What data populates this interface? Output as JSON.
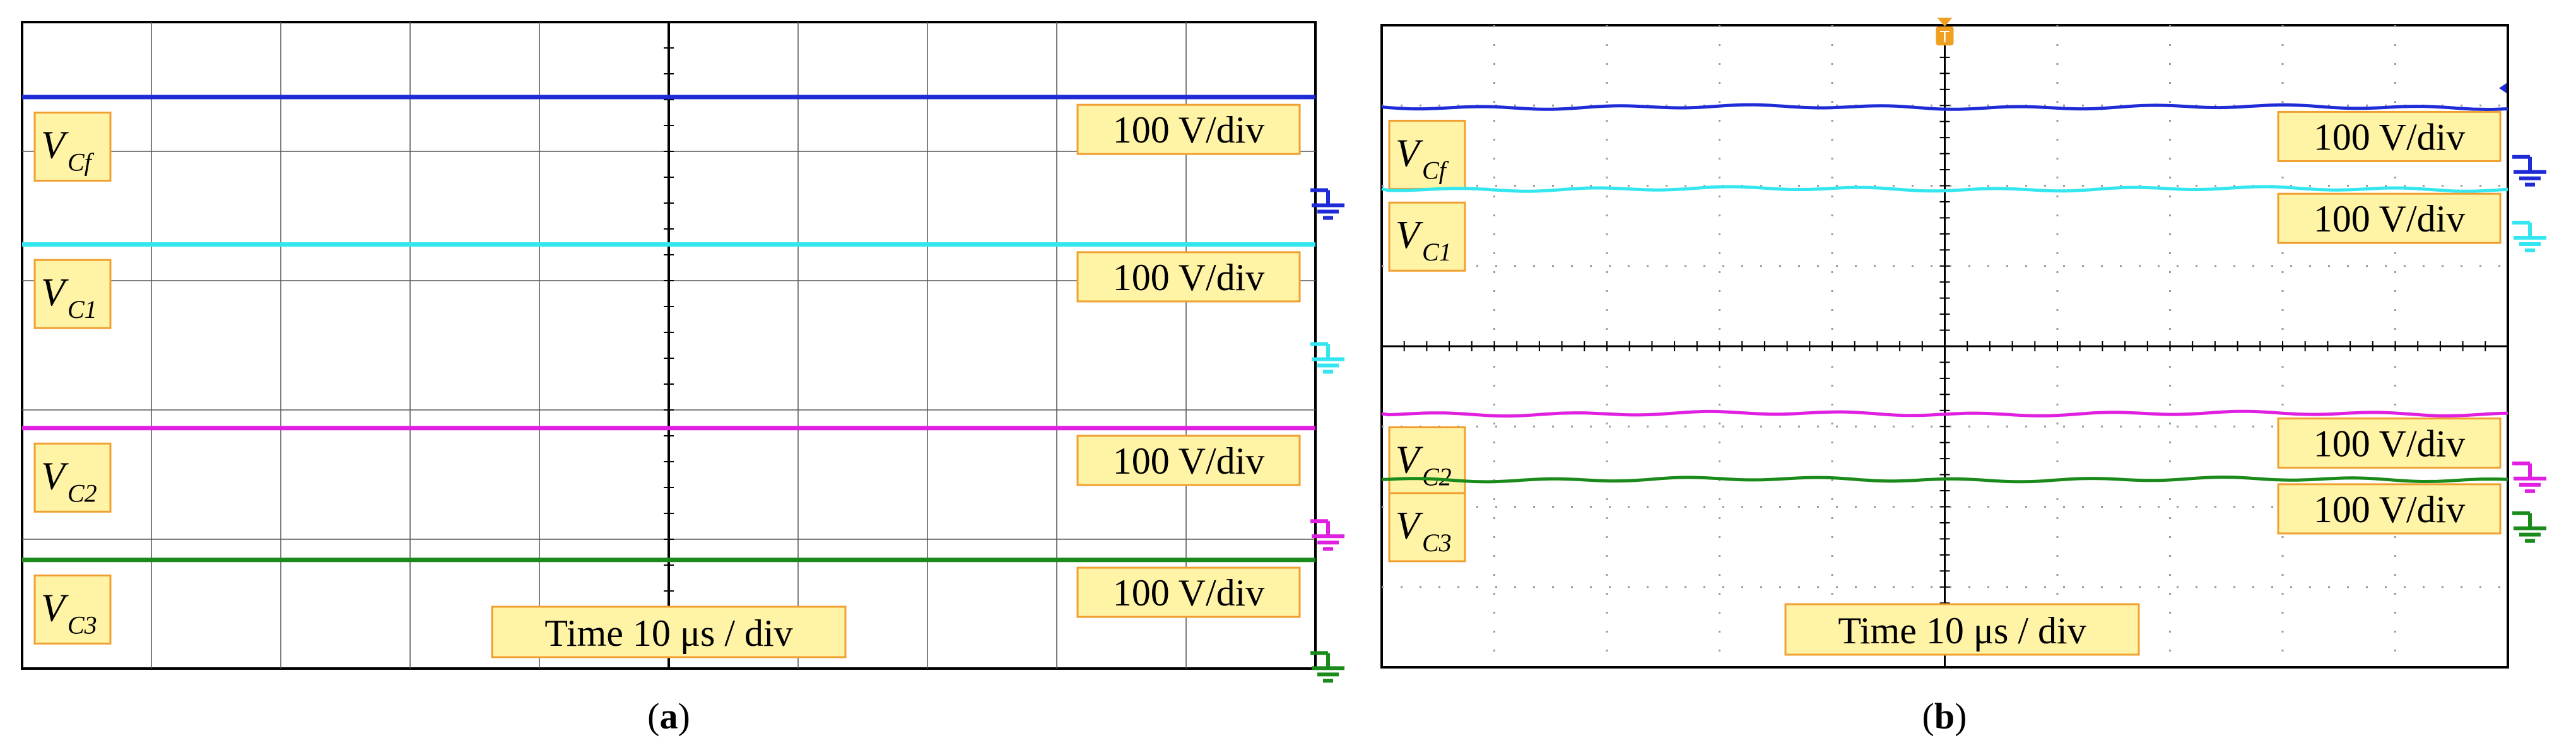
{
  "colors": {
    "cf": "#1f2bd6",
    "c1": "#33e6ef",
    "c2": "#e020e0",
    "c3": "#1a8a1a",
    "label_fill": "#fff3a6",
    "label_border": "#f0a030",
    "grid_dark": "#555555",
    "grid_dot": "#9a9a9a",
    "trigger": "#f0a020"
  },
  "icons": {
    "ground": "ground-icon",
    "trigger": "trigger-marker-icon",
    "ref_arrow": "arrow-left-icon"
  },
  "panels": [
    {
      "caption": "a",
      "time_label": "Time 10 μs / div",
      "grid": "solid",
      "channels": [
        {
          "key": "cf",
          "name": "V",
          "sub": "Cf",
          "scale": "100 V/div",
          "y_div": 0.58
        },
        {
          "key": "c1",
          "name": "V",
          "sub": "C1",
          "scale": "100 V/div",
          "y_div": 1.72
        },
        {
          "key": "c2",
          "name": "V",
          "sub": "C2",
          "scale": "100 V/div",
          "y_div": 3.14
        },
        {
          "key": "c3",
          "name": "V",
          "sub": "C3",
          "scale": "100 V/div",
          "y_div": 4.16
        }
      ]
    },
    {
      "caption": "b",
      "time_label": "Time 10 μs / div",
      "grid": "dotted",
      "channels": [
        {
          "key": "cf",
          "name": "V",
          "sub": "Cf",
          "scale": "100 V/div",
          "y_div": 1.02
        },
        {
          "key": "c1",
          "name": "V",
          "sub": "C1",
          "scale": "100 V/div",
          "y_div": 2.04
        },
        {
          "key": "c2",
          "name": "V",
          "sub": "C2",
          "scale": "100 V/div",
          "y_div": 4.84
        },
        {
          "key": "c3",
          "name": "V",
          "sub": "C3",
          "scale": "100 V/div",
          "y_div": 5.66
        }
      ]
    }
  ],
  "chart_data": [
    {
      "type": "line",
      "time_per_div": "10 μs",
      "x_divisions": 10,
      "y_divisions": 5,
      "series": [
        {
          "name": "VCf",
          "scale": "100 V/div"
        },
        {
          "name": "VC1",
          "scale": "100 V/div"
        },
        {
          "name": "VC2",
          "scale": "100 V/div"
        },
        {
          "name": "VC3",
          "scale": "100 V/div"
        }
      ]
    },
    {
      "type": "line",
      "time_per_div": "10 μs",
      "x_divisions": 10,
      "y_divisions": 8,
      "series": [
        {
          "name": "VCf",
          "scale": "100 V/div"
        },
        {
          "name": "VC1",
          "scale": "100 V/div"
        },
        {
          "name": "VC2",
          "scale": "100 V/div"
        },
        {
          "name": "VC3",
          "scale": "100 V/div"
        }
      ]
    }
  ]
}
